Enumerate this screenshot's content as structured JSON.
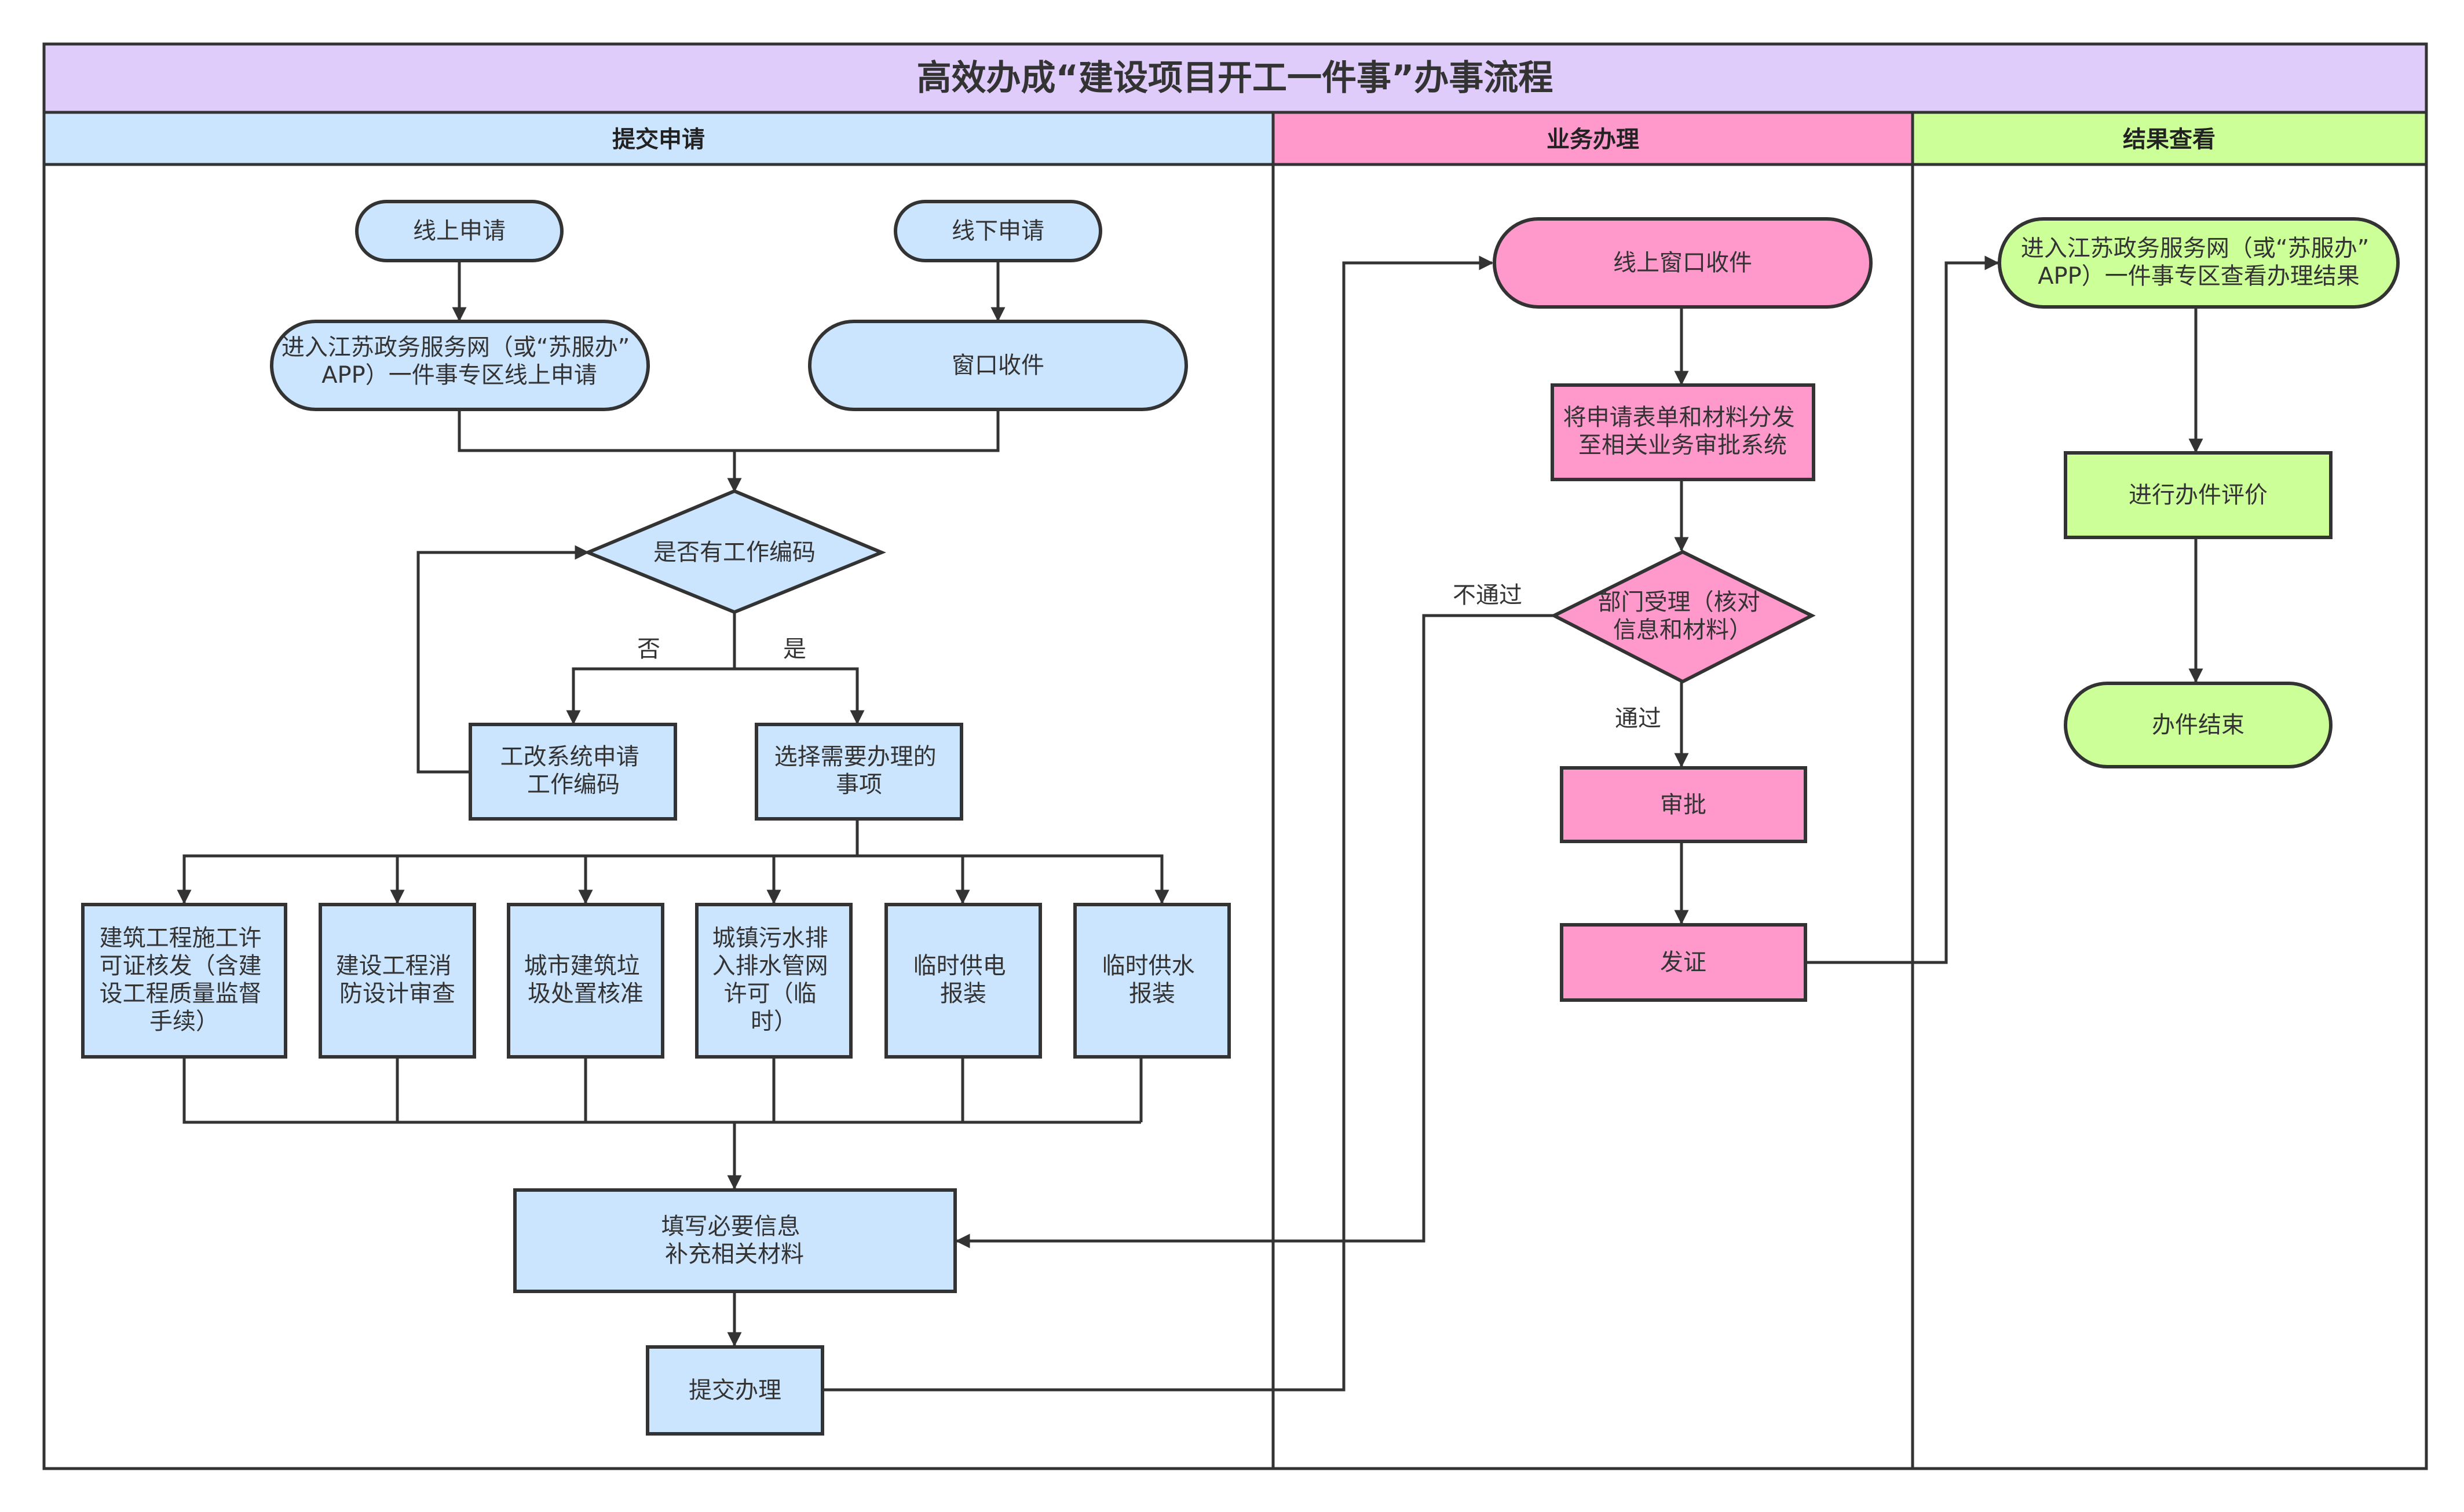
{
  "title": "高效办成“建设项目开工一件事”办事流程",
  "lanes": {
    "submit": "提交申请",
    "process": "业务办理",
    "result": "结果查看"
  },
  "colors": {
    "title_bg": "#e0ccfa",
    "blue": "#cce5ff",
    "pink": "#ff99cc",
    "green": "#cdff99",
    "border": "#333333"
  },
  "nodes": {
    "online_apply": "线上申请",
    "offline_apply": "线下申请",
    "online_portal": [
      "进入江苏政务服务网（或“苏服办”",
      "APP）一件事专区线上申请"
    ],
    "window_receive": "窗口收件",
    "has_code": "是否有工作编码",
    "apply_code": [
      "工改系统申请",
      "工作编码"
    ],
    "choose_items": [
      "选择需要办理的",
      "事项"
    ],
    "item_permit": [
      "建筑工程施工许",
      "可证核发（含建",
      "设工程质量监督",
      "手续）"
    ],
    "item_fire": [
      "建设工程消",
      "防设计审查"
    ],
    "item_garbage": [
      "城市建筑垃",
      "圾处置核准"
    ],
    "item_sewage": [
      "城镇污水排",
      "入排水管网",
      "许可（临",
      "时）"
    ],
    "item_power": [
      "临时供电",
      "报装"
    ],
    "item_water": [
      "临时供水",
      "报装"
    ],
    "fill_info": [
      "填写必要信息",
      "补充相关材料"
    ],
    "submit_handle": "提交办理",
    "online_window": "线上窗口收件",
    "distribute": [
      "将申请表单和材料分发",
      "至相关业务审批系统"
    ],
    "dept_accept": [
      "部门受理（核对",
      "信息和材料）"
    ],
    "approve": "审批",
    "issue": "发证",
    "check_result": [
      "进入江苏政务服务网（或“苏服办”",
      "APP）一件事专区查看办理结果"
    ],
    "evaluate": "进行办件评价",
    "end": "办件结束"
  },
  "edge_labels": {
    "no": "否",
    "yes": "是",
    "fail": "不通过",
    "pass": "通过"
  }
}
